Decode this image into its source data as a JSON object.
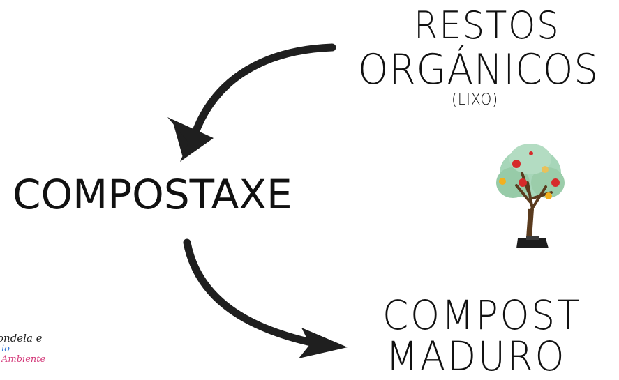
{
  "diagram": {
    "nodes": {
      "restos": {
        "line1": "RESTOS",
        "line2": "ORGÁNICOS",
        "line3": "(LIXO)"
      },
      "center": "COMPOSTAXE",
      "compost": {
        "line1": "COMPOST",
        "line2": "MADURO"
      }
    },
    "edges": [
      {
        "from": "restos",
        "to": "center"
      },
      {
        "from": "center",
        "to": "compost"
      }
    ],
    "arrow_color": "#1f1f1f"
  },
  "logo": {
    "line1": "ondela e",
    "line2a": "io ",
    "line2b": "Ambiente"
  },
  "tree_icon": {
    "fruit_colors": [
      "#d62a2a",
      "#f2b01e",
      "#e8c15a"
    ],
    "foliage_color": "#9fd0b0",
    "trunk_color": "#5a3b1e",
    "pot_color": "#1d1d1d"
  }
}
